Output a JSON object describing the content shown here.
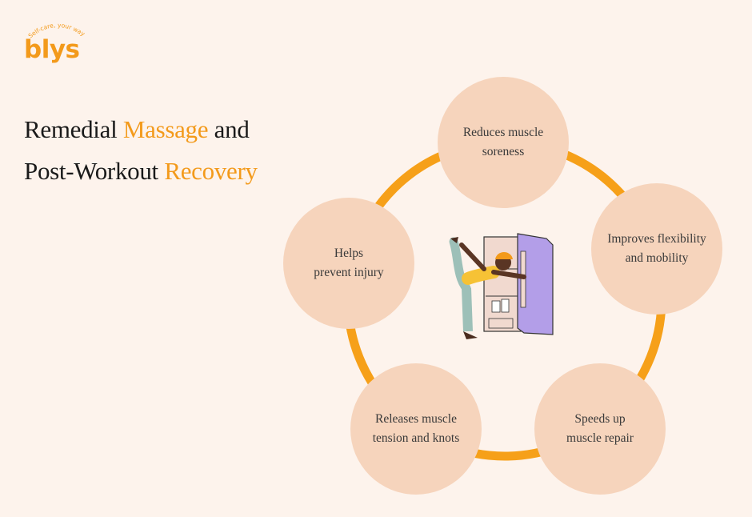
{
  "brand": {
    "name": "blys",
    "tagline": "Self-care, your way.",
    "accent_color": "#f39a1b"
  },
  "title": {
    "line1_a": "Remedial ",
    "line1_accent": "Massage",
    "line1_b": " and",
    "line2_a": "Post-Workout ",
    "line2_accent": "Recovery"
  },
  "benefits": [
    {
      "line1": "Reduces muscle",
      "line2": "soreness"
    },
    {
      "line1": "Improves flexibility",
      "line2": "and mobility"
    },
    {
      "line1": "Speeds up",
      "line2": "muscle repair"
    },
    {
      "line1": "Releases muscle",
      "line2": "tension and knots"
    },
    {
      "line1": "Helps",
      "line2": "prevent injury"
    }
  ],
  "colors": {
    "background": "#fdf3ec",
    "bubble": "#f6d4bc",
    "ring": "#f6a019",
    "fridge": "#b39ee8"
  },
  "illustration": "woman-stretching-at-open-fridge"
}
